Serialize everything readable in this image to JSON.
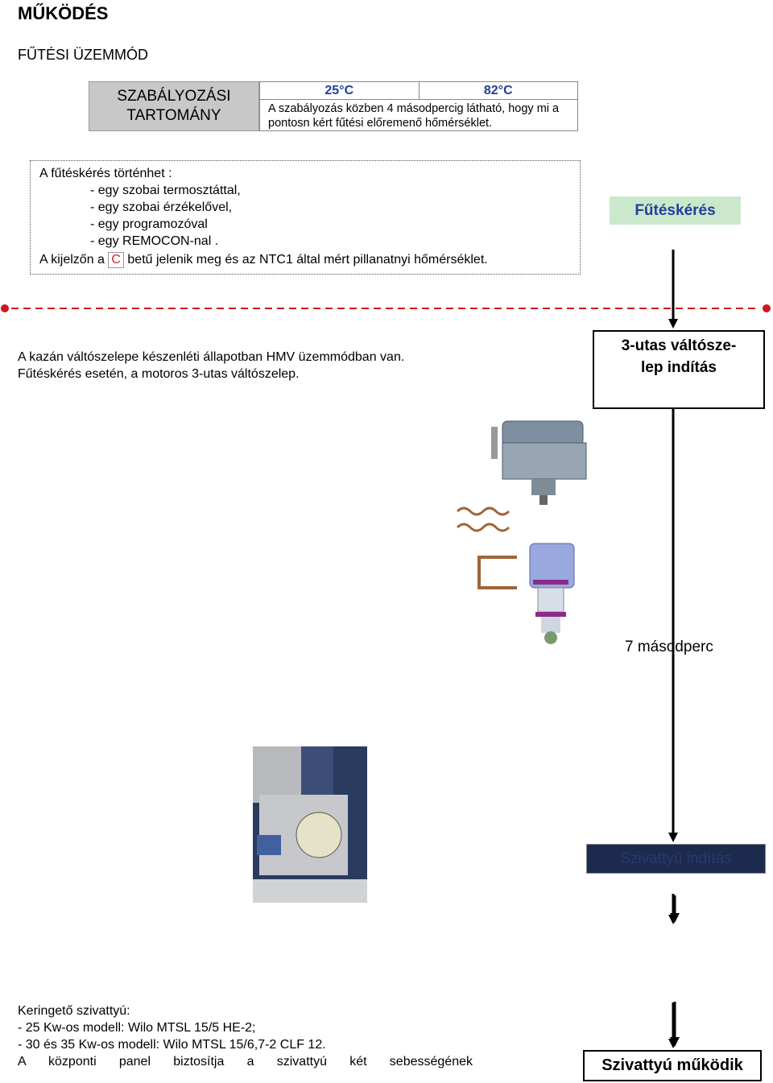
{
  "title": "MŰKÖDÉS",
  "subtitle": "FŰTÉSI ÜZEMMÓD",
  "range": {
    "label_line1": "SZABÁLYOZÁSI",
    "label_line2": "TARTOMÁNY",
    "min": "25°C",
    "max": "82°C",
    "note": "A szabályozás közben 4 másodpercig látható, hogy mi a pontosn kért fűtési előremenő hőmérséklet."
  },
  "request": {
    "intro": "A fűtéskérés történhet :",
    "items": [
      "- egy szobai termosztáttal,",
      "- egy szobai érzékelővel,",
      "- egy programozóval",
      "- egy REMOCON-nal ."
    ],
    "display_before": "A kijelzőn a",
    "display_letter": "C",
    "display_after": "betű jelenik meg és az NTC1 által mért pillanatnyi hőmérséklet."
  },
  "valve": {
    "line1": "A kazán váltószelepe készenléti állapotban HMV üzemmódban van.",
    "line2": "Fűtéskérés esetén, a motoros 3-utas váltószelep."
  },
  "flow": {
    "request": "Fűtéskérés",
    "valve_line1": "3-utas váltósze-",
    "valve_line2": "lep indítás",
    "delay": "7 másodperc",
    "pump_start": "Szivattyú indítás",
    "pump_running": "Szivattyú működik"
  },
  "circulator": {
    "heading": "Keringető szivattyú:",
    "model1": "- 25 Kw-os modell: Wilo MTSL 15/5 HE-2;",
    "model2": "- 30 és 35 Kw-os modell: Wilo MTSL 15/6,7-2 CLF 12.",
    "last_line": "A központi panel biztosítja a szivattyú két sebességének"
  },
  "colors": {
    "accent_blue": "#1f3f9c",
    "dash_red": "#d0161e",
    "green_box": "#cce8cc",
    "pump_box": "#1c2a4e"
  }
}
